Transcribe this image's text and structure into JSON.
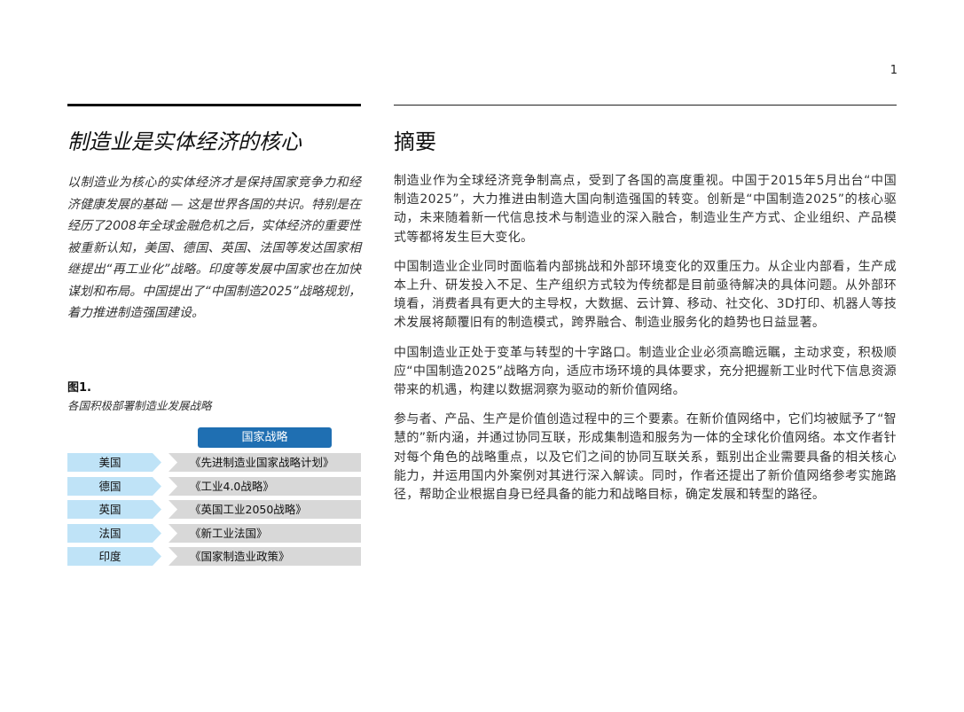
{
  "page_number": "1",
  "left": {
    "title": "制造业是实体经济的核心",
    "intro": "以制造业为核心的实体经济才是保持国家竞争力和经济健康发展的基础 — 这是世界各国的共识。特别是在经历了2008年全球金融危机之后，实体经济的重要性被重新认知，美国、德国、英国、法国等发达国家相继提出“再工业化”战略。印度等发展中国家也在加快谋划和布局。中国提出了“中国制造2025”战略规划，着力推进制造强国建设。"
  },
  "figure": {
    "label": "图1.",
    "caption": "各国积极部署制造业发展战略",
    "header": "国家战略",
    "rows": [
      {
        "country": "美国",
        "strategy": "《先进制造业国家战略计划》"
      },
      {
        "country": "德国",
        "strategy": "《工业4.0战略》"
      },
      {
        "country": "英国",
        "strategy": "《英国工业2050战略》"
      },
      {
        "country": "法国",
        "strategy": "《新工业法国》"
      },
      {
        "country": "印度",
        "strategy": "《国家制造业政策》"
      }
    ],
    "colors": {
      "header": "#1f6fb2",
      "country": "#bfe3f7",
      "strategy": "#d8d8d8"
    }
  },
  "right": {
    "title": "摘要",
    "paragraphs": [
      "制造业作为全球经济竞争制高点，受到了各国的高度重视。中国于2015年5月出台“中国制造2025”，大力推进由制造大国向制造强国的转变。创新是“中国制造2025”的核心驱动，未来随着新一代信息技术与制造业的深入融合，制造业生产方式、企业组织、产品模式等都将发生巨大变化。",
      "中国制造业企业同时面临着内部挑战和外部环境变化的双重压力。从企业内部看，生产成本上升、研发投入不足、生产组织方式较为传统都是目前亟待解决的具体问题。从外部环境看，消费者具有更大的主导权，大数据、云计算、移动、社交化、3D打印、机器人等技术发展将颠覆旧有的制造模式，跨界融合、制造业服务化的趋势也日益显著。",
      "中国制造业正处于变革与转型的十字路口。制造业企业必须高瞻远瞩，主动求变，积极顺应“中国制造2025”战略方向，适应市场环境的具体要求，充分把握新工业时代下信息资源带来的机遇，构建以数据洞察为驱动的新价值网络。",
      "参与者、产品、生产是价值创造过程中的三个要素。在新价值网络中，它们均被赋予了“智慧的”新内涵，并通过协同互联，形成集制造和服务为一体的全球化价值网络。本文作者针对每个角色的战略重点，以及它们之间的协同互联关系，甄别出企业需要具备的相关核心能力，并运用国内外案例对其进行深入解读。同时，作者还提出了新价值网络参考实施路径，帮助企业根据自身已经具备的能力和战略目标，确定发展和转型的路径。"
    ]
  }
}
